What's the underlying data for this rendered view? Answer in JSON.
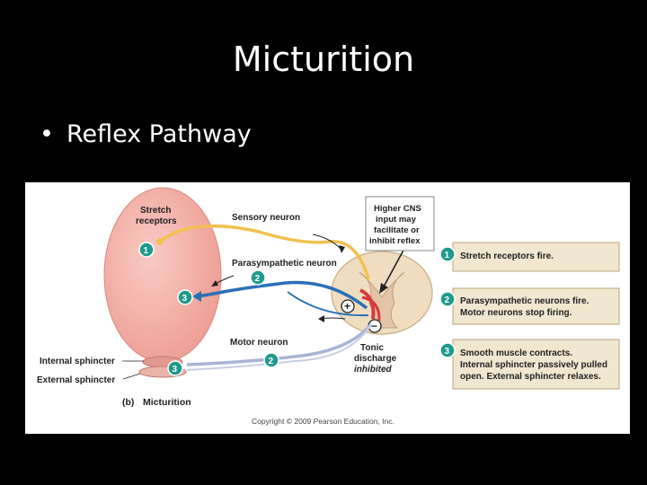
{
  "slide": {
    "title": "Micturition",
    "bullets": [
      "Reflex Pathway"
    ]
  },
  "figure": {
    "labels": {
      "stretch_receptors": [
        "Stretch",
        "receptors"
      ],
      "sensory_neuron": "Sensory neuron",
      "parasympathetic_neuron": "Parasympathetic neuron",
      "motor_neuron": "Motor neuron",
      "internal_sphincter": "Internal sphincter",
      "external_sphincter": "External sphincter",
      "higher_cns": [
        "Higher CNS",
        "input may",
        "facilitate or",
        "inhibit reflex"
      ],
      "tonic_discharge": [
        "Tonic",
        "discharge"
      ],
      "inhibited": "inhibited",
      "panel_letter": "(b)",
      "panel_title": "Micturition",
      "copyright": "Copyright © 2009 Pearson Education, Inc.",
      "plus": "+",
      "minus": "−"
    },
    "badges": [
      "1",
      "2",
      "3",
      "2",
      "3"
    ],
    "steps": [
      {
        "num": "1",
        "lines": [
          "Stretch receptors fire."
        ]
      },
      {
        "num": "2",
        "lines": [
          "Parasympathetic neurons fire.",
          "Motor neurons stop firing."
        ]
      },
      {
        "num": "3",
        "lines": [
          "Smooth muscle contracts.",
          "Internal sphincter passively pulled",
          "open. External sphincter relaxes."
        ]
      }
    ],
    "colors": {
      "bladder": "#f4a9a0",
      "bladder_edge": "#d98a80",
      "sensory": "#f2c14e",
      "parasympathetic": "#2a6fb8",
      "motor": "#a9b4d6",
      "badge": "#1f9a8c",
      "step_box": "#f1e6cf",
      "spinal": "#f0ddc0"
    }
  }
}
